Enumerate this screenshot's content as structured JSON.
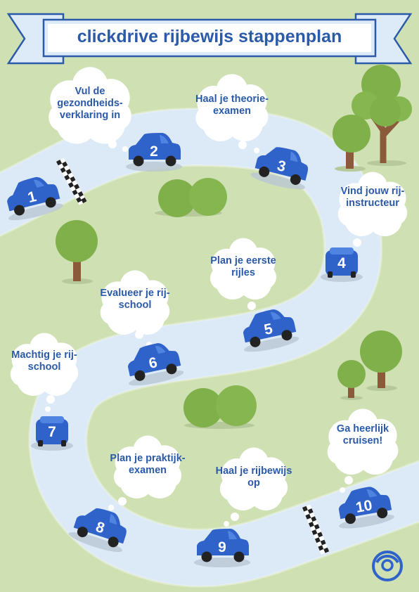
{
  "title": "clickdrive rijbewijs stappenplan",
  "colors": {
    "background": "#cfe0b3",
    "road": "#dce9f6",
    "car": "#2f63c9",
    "text": "#2b5aa8",
    "tree": "#7fb04a",
    "trunk": "#8a5a3a"
  },
  "steps": [
    {
      "number": "1",
      "label": ""
    },
    {
      "number": "2",
      "label": "Vul de gezondheids- verklaring in"
    },
    {
      "number": "3",
      "label": "Haal je theorie- examen"
    },
    {
      "number": "4",
      "label": "Vind jouw rij- instructeur"
    },
    {
      "number": "5",
      "label": "Plan je eerste rijles"
    },
    {
      "number": "6",
      "label": "Evalueer je rij- school"
    },
    {
      "number": "7",
      "label": "Machtig je rij- school"
    },
    {
      "number": "8",
      "label": "Plan je praktijk- examen"
    },
    {
      "number": "9",
      "label": "Haal je rijbewijs op"
    },
    {
      "number": "10",
      "label": "Ga heerlijk cruisen!"
    }
  ]
}
